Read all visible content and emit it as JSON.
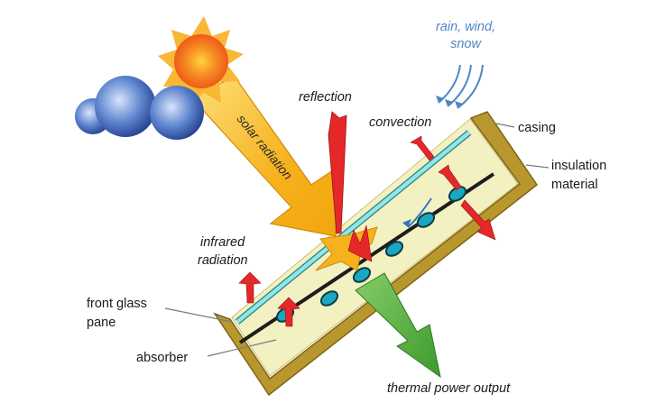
{
  "labels": {
    "weather_line1": "rain, wind,",
    "weather_line2": "snow",
    "reflection": "reflection",
    "convection": "convection",
    "casing": "casing",
    "insulation_line1": "insulation",
    "insulation_line2": "material",
    "solar_radiation": "solar radiation",
    "infrared_line1": "infrared",
    "infrared_line2": "radiation",
    "front_glass_line1": "front glass",
    "front_glass_line2": "pane",
    "absorber": "absorber",
    "thermal_output": "thermal power output"
  },
  "colors": {
    "casing": "#b8982e",
    "insulation": "#f3f0c2",
    "glass": "#8ee8e6",
    "absorber": "#1c1c1c",
    "pipe": "#1aa8c0",
    "heat_arrow": "#e4282a",
    "output_arrow": "#4aa83a",
    "solar_arrow": "#f3b21b",
    "sun": "#f36d1f",
    "cloud": "#3762b0",
    "weather": "#4f86c6"
  },
  "icons": [
    "sun-icon",
    "cloud-icon"
  ]
}
